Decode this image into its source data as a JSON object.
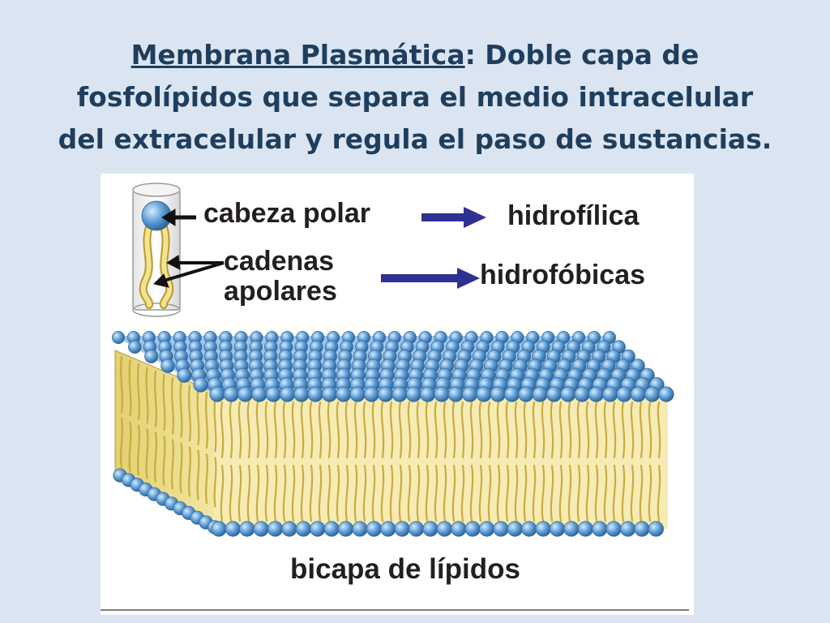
{
  "title": {
    "term": "Membrana Plasmática",
    "line1_rest": ": Doble capa de",
    "line2": "fosfolípidos que separa el medio intracelular",
    "line3": "del extracelular y regula el paso de sustancias."
  },
  "diagram": {
    "head_label": "cabeza polar",
    "head_property": "hidrofílica",
    "tail_label_line1": "cadenas",
    "tail_label_line2": "apolares",
    "tail_property": "hidrofóbicas",
    "caption": "bicapa de lípidos"
  },
  "colors": {
    "background": "#dae5f1",
    "title_text": "#1f3e5e",
    "head_blue": "#5b9bd5",
    "tail_yellow": "#f1e08a",
    "arrow_navy": "#2e3192"
  }
}
